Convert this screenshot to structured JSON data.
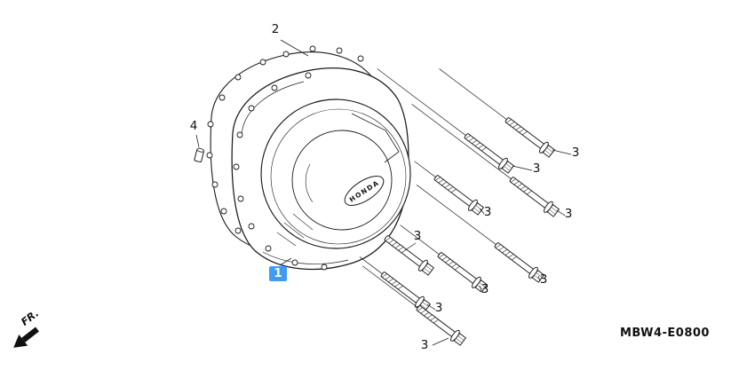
{
  "diagram": {
    "code": "MBW4-E0800",
    "front_marker": "FR.",
    "brand": "HONDA",
    "highlight_color": "#3f9bf4",
    "callouts": [
      {
        "label": "2",
        "highlighted": false
      },
      {
        "label": "4",
        "highlighted": false
      },
      {
        "label": "1",
        "highlighted": true
      },
      {
        "label": "3",
        "highlighted": false
      },
      {
        "label": "3",
        "highlighted": false
      },
      {
        "label": "3",
        "highlighted": false
      },
      {
        "label": "3",
        "highlighted": false
      },
      {
        "label": "3",
        "highlighted": false
      },
      {
        "label": "3",
        "highlighted": false
      },
      {
        "label": "3",
        "highlighted": false
      },
      {
        "label": "3",
        "highlighted": false
      },
      {
        "label": "3",
        "highlighted": false
      }
    ]
  }
}
